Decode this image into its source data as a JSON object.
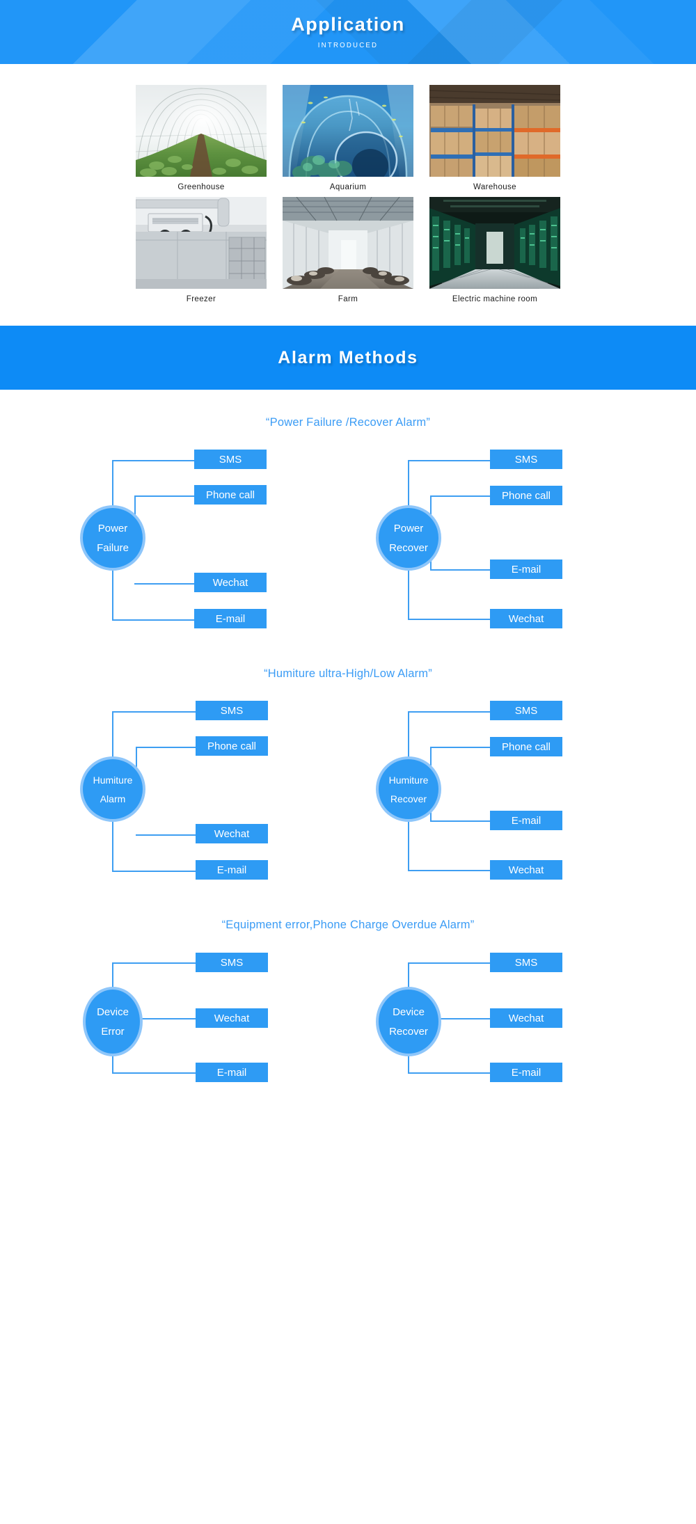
{
  "hero": {
    "title": "Application",
    "subtitle": "INTRODUCED"
  },
  "applications": {
    "rows": [
      [
        {
          "caption": "Greenhouse",
          "image": "greenhouse-photo"
        },
        {
          "caption": "Aquarium",
          "image": "aquarium-photo"
        },
        {
          "caption": "Warehouse",
          "image": "warehouse-photo"
        }
      ],
      [
        {
          "caption": "Freezer",
          "image": "freezer-photo"
        },
        {
          "caption": "Farm",
          "image": "farm-photo"
        },
        {
          "caption": "Electric machine room",
          "image": "electric-machine-room-photo"
        }
      ]
    ]
  },
  "alarm_banner": {
    "title": "Alarm Methods"
  },
  "flow_groups": [
    {
      "title": "“Power Failure /Recover Alarm”",
      "left": {
        "node": [
          "Power",
          "Failure"
        ],
        "methods": [
          "SMS",
          "Phone call",
          "Wechat",
          "E-mail"
        ]
      },
      "right": {
        "node": [
          "Power",
          "Recover"
        ],
        "methods": [
          "SMS",
          "Phone call",
          "E-mail",
          "Wechat"
        ]
      }
    },
    {
      "title": "“Humiture ultra-High/Low Alarm”",
      "left": {
        "node": [
          "Humiture",
          "Alarm"
        ],
        "methods": [
          "SMS",
          "Phone call",
          "Wechat",
          "E-mail"
        ]
      },
      "right": {
        "node": [
          "Humiture",
          "Recover"
        ],
        "methods": [
          "SMS",
          "Phone call",
          "E-mail",
          "Wechat"
        ]
      }
    },
    {
      "title": "“Equipment error,Phone Charge Overdue Alarm”",
      "left": {
        "node": [
          "Device",
          "Error"
        ],
        "methods": [
          "SMS",
          "Wechat",
          "E-mail"
        ]
      },
      "right": {
        "node": [
          "Device",
          "Recover"
        ],
        "methods": [
          "SMS",
          "Wechat",
          "E-mail"
        ]
      }
    }
  ],
  "colors": {
    "brand_blue": "#2196f8",
    "banner_blue": "#0d8bf6",
    "node_blue": "#2e9bf4",
    "node_ring": "#8ec6fa",
    "connector": "#3e9ef2",
    "title_blue": "#3b9cf5"
  }
}
